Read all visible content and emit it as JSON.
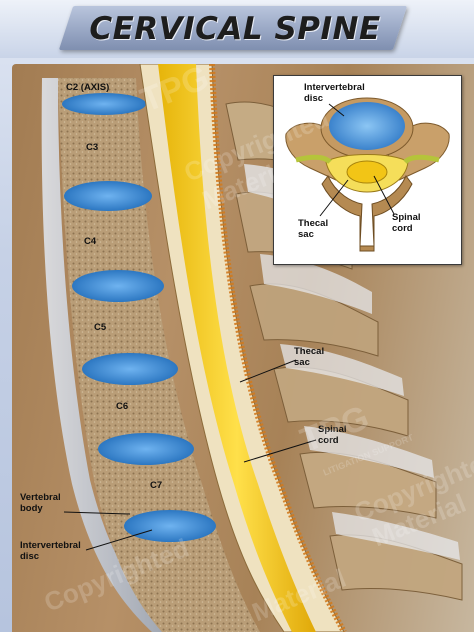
{
  "title": "CERVICAL SPINE",
  "spine_labels": {
    "c2": "C2 (AXIS)",
    "c3": "C3",
    "c4": "C4",
    "c5": "C5",
    "c6": "C6",
    "c7": "C7",
    "vertebral_body": [
      "Vertebral",
      "body"
    ],
    "intervertebral_disc": [
      "Intervertebral",
      "disc"
    ],
    "thecal_sac": [
      "Thecal",
      "sac"
    ],
    "spinal_cord": [
      "Spinal",
      "cord"
    ]
  },
  "inset_labels": {
    "intervertebral_disc": [
      "Intervertebral",
      "disc"
    ],
    "thecal_sac": [
      "Thecal",
      "sac"
    ],
    "spinal_cord": [
      "Spinal",
      "cord"
    ]
  },
  "watermark": {
    "lines": [
      "TPG",
      "Copyrighted",
      "Material",
      "LITIGATION SUPPORT"
    ]
  },
  "colors": {
    "disc": "#3f8fd8",
    "cord": "#f5c915",
    "bone": "#b79b74",
    "background_tissue": "#a9845a",
    "frame": "#3a3a3a"
  }
}
